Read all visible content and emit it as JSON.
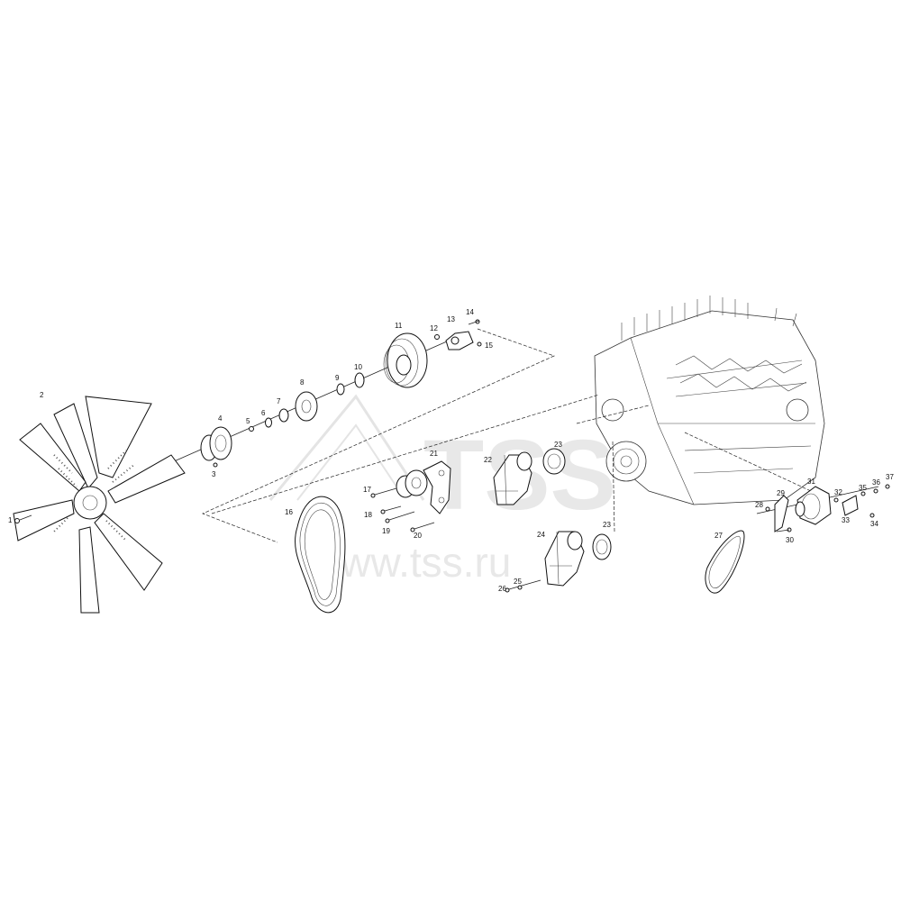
{
  "watermark": {
    "brand": "TSS",
    "url": "www.tss.ru"
  },
  "callouts": [
    {
      "id": "1",
      "text": "1"
    },
    {
      "id": "2",
      "text": "2"
    },
    {
      "id": "3",
      "text": "3"
    },
    {
      "id": "4",
      "text": "4"
    },
    {
      "id": "5",
      "text": "5"
    },
    {
      "id": "6",
      "text": "6"
    },
    {
      "id": "7",
      "text": "7"
    },
    {
      "id": "8",
      "text": "8"
    },
    {
      "id": "9",
      "text": "9"
    },
    {
      "id": "10",
      "text": "10"
    },
    {
      "id": "11",
      "text": "11"
    },
    {
      "id": "12",
      "text": "12"
    },
    {
      "id": "13",
      "text": "13"
    },
    {
      "id": "14",
      "text": "14"
    },
    {
      "id": "15",
      "text": "15"
    },
    {
      "id": "16",
      "text": "16"
    },
    {
      "id": "17",
      "text": "17"
    },
    {
      "id": "18",
      "text": "18"
    },
    {
      "id": "19",
      "text": "19"
    },
    {
      "id": "20",
      "text": "20"
    },
    {
      "id": "21",
      "text": "21"
    },
    {
      "id": "22",
      "text": "22"
    },
    {
      "id": "23a",
      "text": "23"
    },
    {
      "id": "23b",
      "text": "23"
    },
    {
      "id": "24",
      "text": "24"
    },
    {
      "id": "25",
      "text": "25"
    },
    {
      "id": "26",
      "text": "26"
    },
    {
      "id": "27",
      "text": "27"
    },
    {
      "id": "28",
      "text": "28"
    },
    {
      "id": "29",
      "text": "29"
    },
    {
      "id": "30",
      "text": "30"
    },
    {
      "id": "31",
      "text": "31"
    },
    {
      "id": "32",
      "text": "32"
    },
    {
      "id": "33",
      "text": "33"
    },
    {
      "id": "34",
      "text": "34"
    },
    {
      "id": "35",
      "text": "35"
    },
    {
      "id": "36",
      "text": "36"
    },
    {
      "id": "37",
      "text": "37"
    }
  ]
}
